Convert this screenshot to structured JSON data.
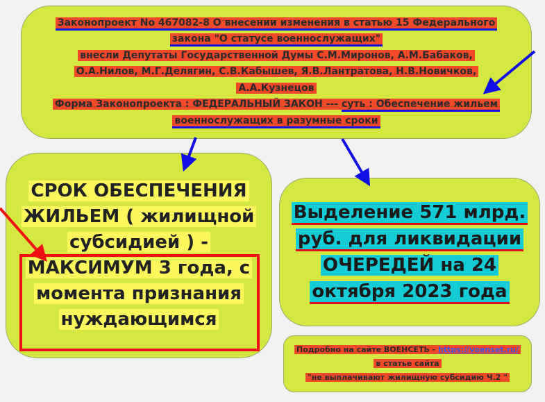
{
  "top_box": {
    "line1": "Законопроект  No 467082-8 О внесении изменения в статью 15 Федерального",
    "line2": "закона \"О статусе военнослужащих\"",
    "line3": "внесли Депутаты Государственной Думы С.М.Миронов, А.М.Бабаков,",
    "line4": "О.А.Нилов, М.Г.Делягин, С.В.Кабышев, Я.В.Лантратова, Н.В.Новичков,",
    "line5": "А.А.Кузнецов",
    "line6a": "Форма Законопроекта : ФЕДЕРАЛЬНЫЙ ЗАКОН --- ",
    "line6b": "суть : Обеспечение жильем",
    "line7": "военнослужащих в разумные сроки"
  },
  "left_box": {
    "line1": "СРОК ОБЕСПЕЧЕНИЯ",
    "line2": "ЖИЛЬЕМ ( жилищной",
    "line3": "субсидией ) -",
    "line4": "МАКСИМУМ 3 года, с",
    "line5": "момента признания",
    "line6": "нуждающимся"
  },
  "right_box": {
    "line1": "Выделение 571 млрд.",
    "line2": "руб. для ликвидации",
    "line3": "ОЧЕРЕДЕЙ на 24",
    "line4": "октября 2023 года"
  },
  "bottom_box": {
    "line1a": "Подробно на сайте ВОЕНСЕТЬ - ",
    "link": "https://voenset.ru/",
    "line2": "в статье сайта",
    "line3": "\"не выплачивают жилищную субсидию Ч.2 \""
  },
  "colors": {
    "box": "#d4e841",
    "orange": "#f2492a",
    "yellow": "#fbf75c",
    "cyan": "#14cbd6",
    "blue_arrow": "#1010e6",
    "red_arrow": "#ee1111"
  }
}
